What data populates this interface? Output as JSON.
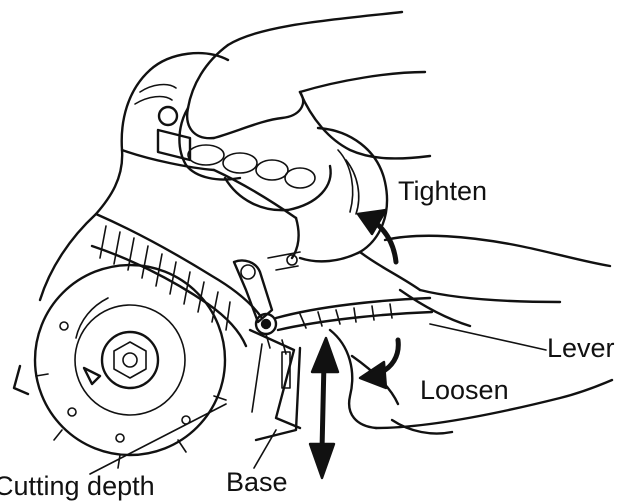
{
  "labels": {
    "tighten": "Tighten",
    "lever": "Lever",
    "loosen": "Loosen",
    "cutting_depth": "Cutting depth",
    "base": "Base"
  },
  "colors": {
    "ink": "#111111",
    "background": "#ffffff"
  }
}
